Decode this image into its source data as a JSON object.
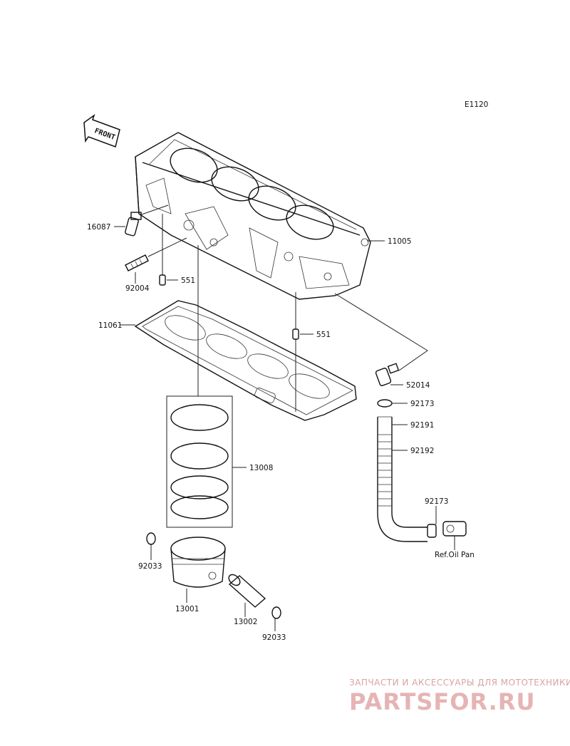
{
  "diagram": {
    "code": "E1120",
    "front_arrow_label": "FRONT",
    "ref_note": "Ref.Oil Pan",
    "parts": [
      {
        "id": "16087"
      },
      {
        "id": "92004"
      },
      {
        "id": "551"
      },
      {
        "id": "11061"
      },
      {
        "id": "551"
      },
      {
        "id": "11005"
      },
      {
        "id": "52014"
      },
      {
        "id": "92173"
      },
      {
        "id": "92191"
      },
      {
        "id": "92192"
      },
      {
        "id": "13008"
      },
      {
        "id": "92173"
      },
      {
        "id": "92033"
      },
      {
        "id": "13001"
      },
      {
        "id": "13002"
      },
      {
        "id": "92033"
      }
    ]
  },
  "watermark": {
    "tagline": "ЗАПЧАСТИ И АКСЕССУАРЫ ДЛЯ МОТОТЕХНИКИ",
    "brand": "PARTSFOR.RU",
    "color": "#e6b4b4"
  }
}
